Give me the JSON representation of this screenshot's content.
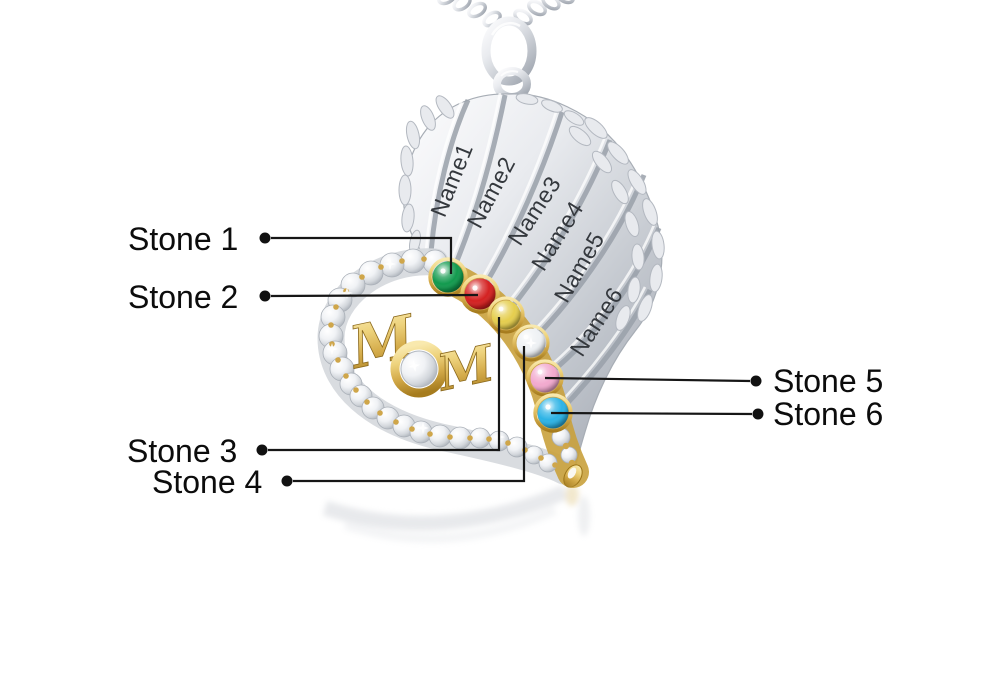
{
  "annotations": {
    "stones": [
      {
        "label": "Stone 1",
        "color": "#129a4e"
      },
      {
        "label": "Stone 2",
        "color": "#d42121"
      },
      {
        "label": "Stone 3",
        "color": "#e5ce4e"
      },
      {
        "label": "Stone 4",
        "color": "#eef1f4"
      },
      {
        "label": "Stone 5",
        "color": "#f2a9ce"
      },
      {
        "label": "Stone 6",
        "color": "#2cb3e6"
      }
    ]
  },
  "engravings": {
    "names": [
      "Name1",
      "Name2",
      "Name3",
      "Name4",
      "Name5",
      "Name6"
    ],
    "mom_text": "MOM",
    "mom_m1": "M",
    "mom_m2": "M"
  },
  "colors": {
    "background": "#ffffff",
    "gold": "#d4ab4a",
    "silver": "#ccd0d6",
    "callout_line": "#161616",
    "callout_text": "#0c0c0c"
  }
}
